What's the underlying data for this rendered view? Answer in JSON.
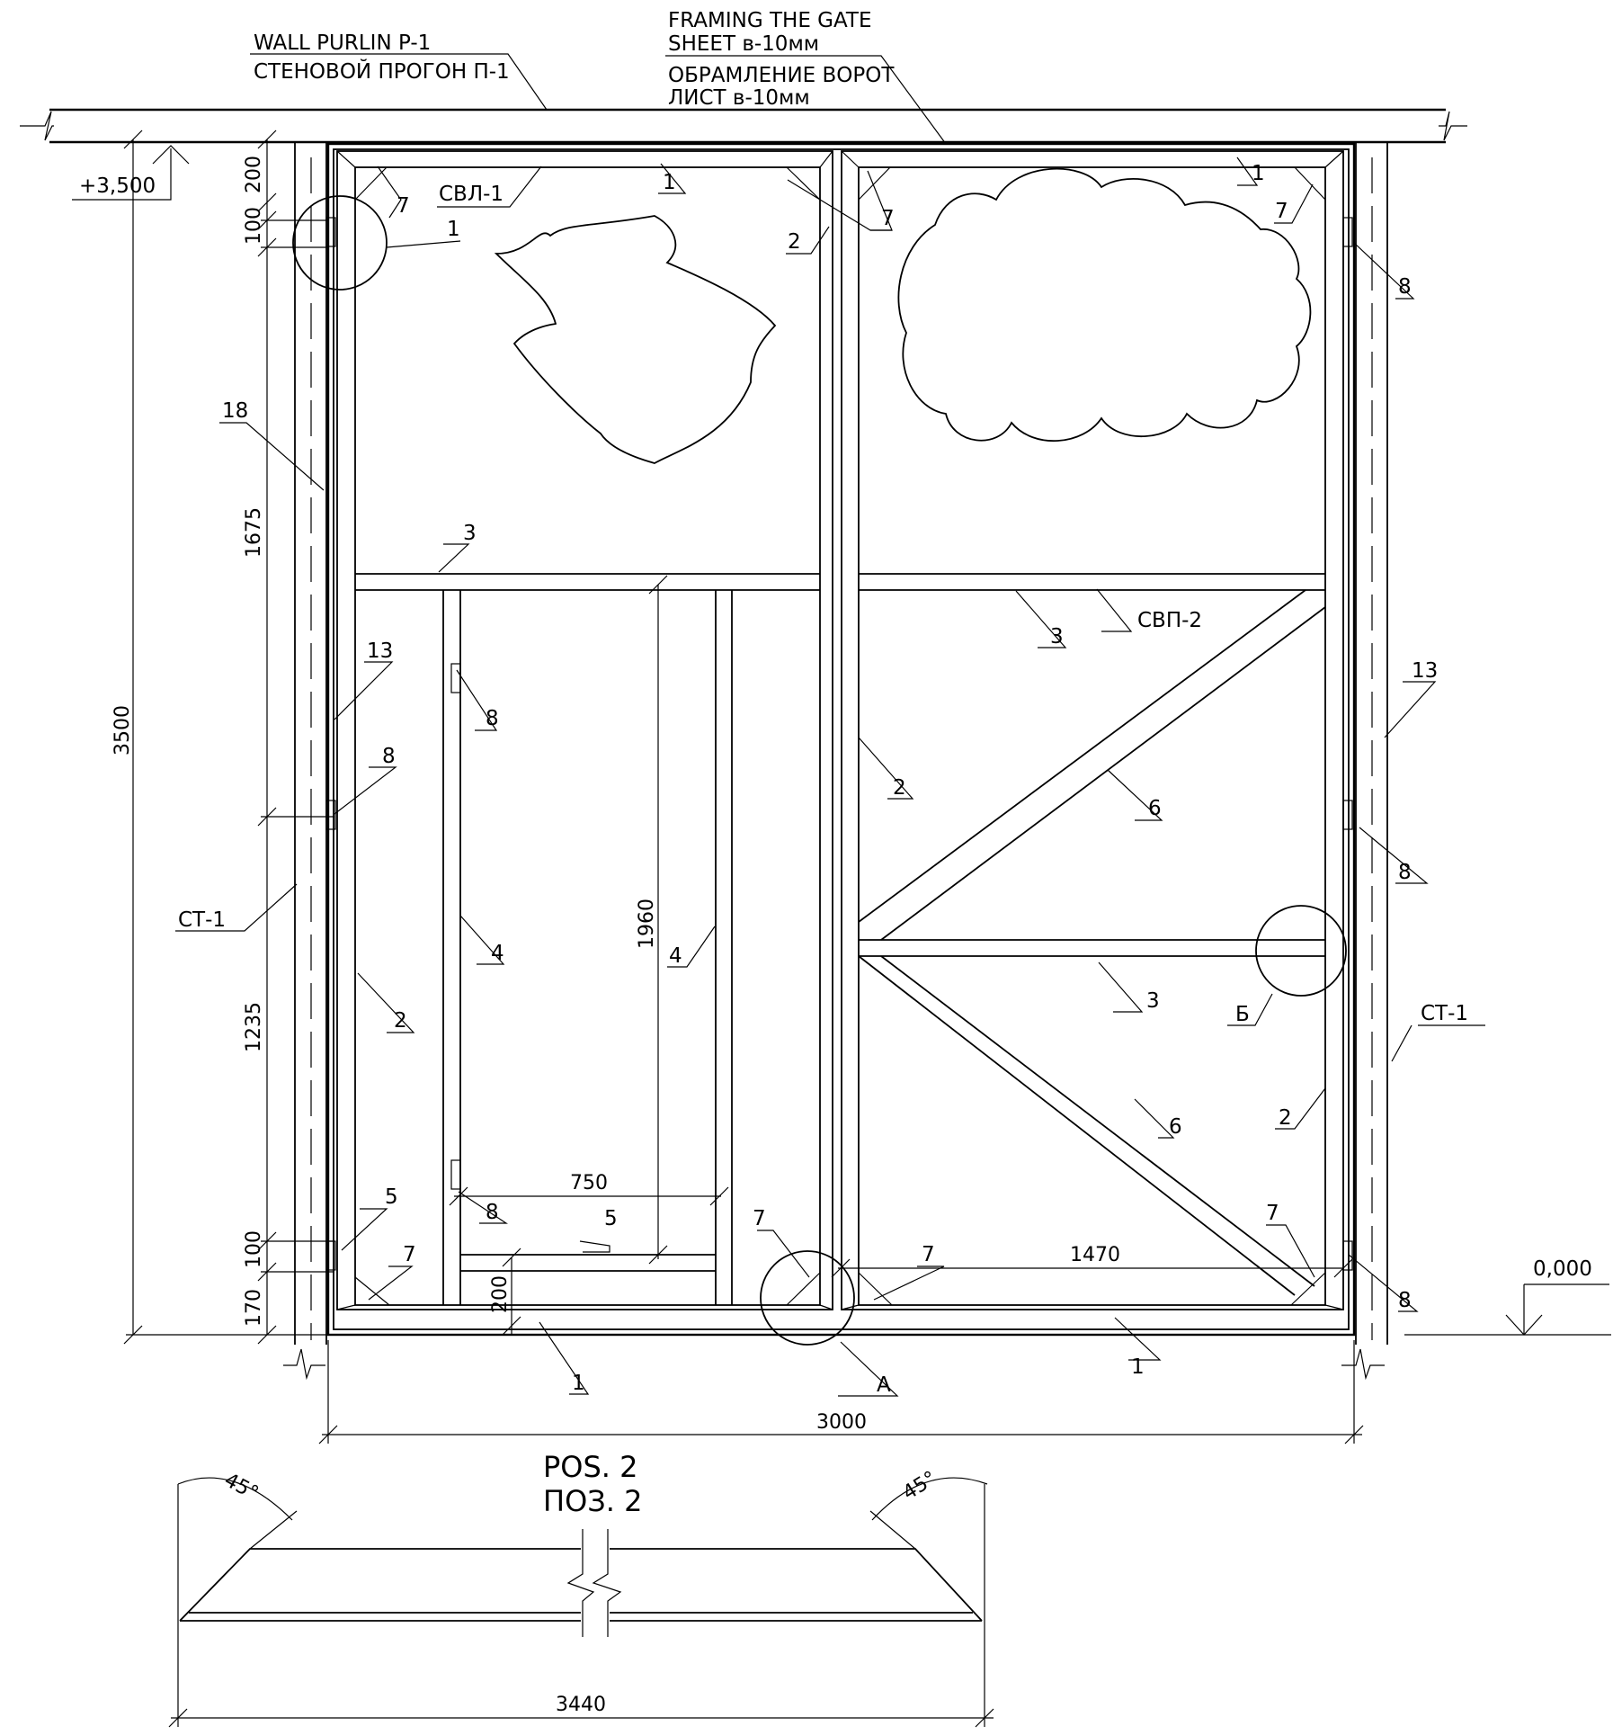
{
  "notes": {
    "purlin_en": "WALL PURLIN P-1",
    "purlin_ru": "СТЕНОВОЙ ПРОГОН П-1",
    "frame_en1": "FRAMING THE GATE",
    "frame_en2": "SHEET в-10мм",
    "frame_ru1": "ОБРАМЛЕНИЕ ВОРОТ",
    "frame_ru2": "ЛИСТ в-10мм"
  },
  "levels": {
    "top": "+3,500",
    "bottom": "0,000"
  },
  "marks": {
    "m1": "1",
    "m2": "2",
    "m3": "3",
    "m4": "4",
    "m5": "5",
    "m6": "6",
    "m7": "7",
    "m8": "8",
    "m13": "13",
    "m18": "18",
    "svl1": "СВЛ-1",
    "svp2": "СВП-2",
    "st1": "СТ-1",
    "A": "А",
    "B": "Б"
  },
  "dims": {
    "d200": "200",
    "d100": "100",
    "d1675": "1675",
    "d3500": "3500",
    "d1235": "1235",
    "d170": "170",
    "d1960": "1960",
    "d750": "750",
    "d1470": "1470",
    "d3000": "3000",
    "d3440": "3440",
    "angle": "45°"
  },
  "title": {
    "en": "POS. 2",
    "ru": "ПОЗ. 2"
  }
}
